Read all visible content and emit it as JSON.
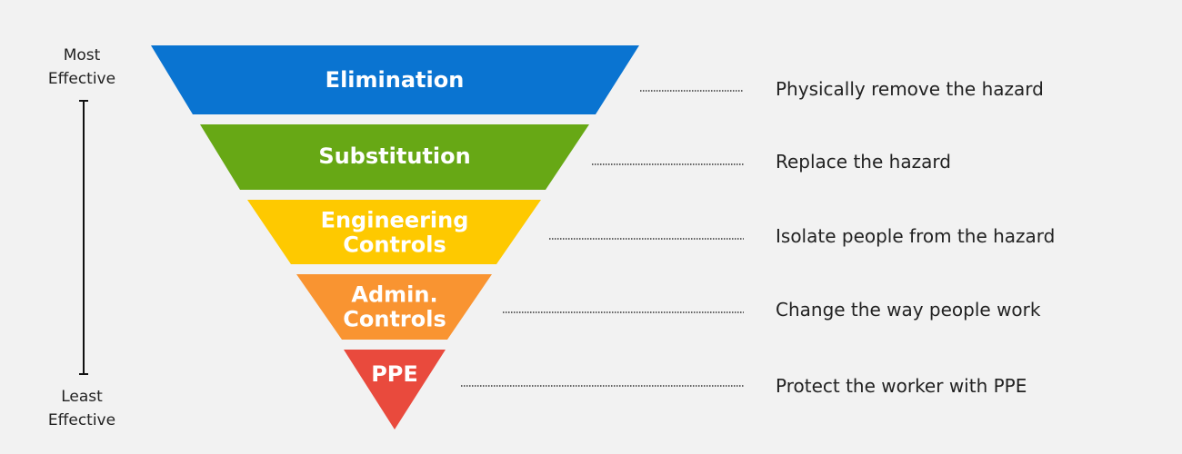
{
  "scale": {
    "top_lines": [
      "Most",
      "Effective"
    ],
    "bottom_lines": [
      "Least",
      "Effective"
    ]
  },
  "levels": [
    {
      "lines": [
        "Elimination"
      ],
      "description": "Physically remove the hazard",
      "color": "#0a74d1"
    },
    {
      "lines": [
        "Substitution"
      ],
      "description": "Replace the hazard",
      "color": "#67a815"
    },
    {
      "lines": [
        "Engineering",
        "Controls"
      ],
      "description": "Isolate people from the hazard",
      "color": "#fec900"
    },
    {
      "lines": [
        "Admin.",
        "Controls"
      ],
      "description": "Change the way people work",
      "color": "#f99431"
    },
    {
      "lines": [
        "PPE"
      ],
      "description": "Protect the worker with PPE",
      "color": "#e94a3d"
    }
  ]
}
